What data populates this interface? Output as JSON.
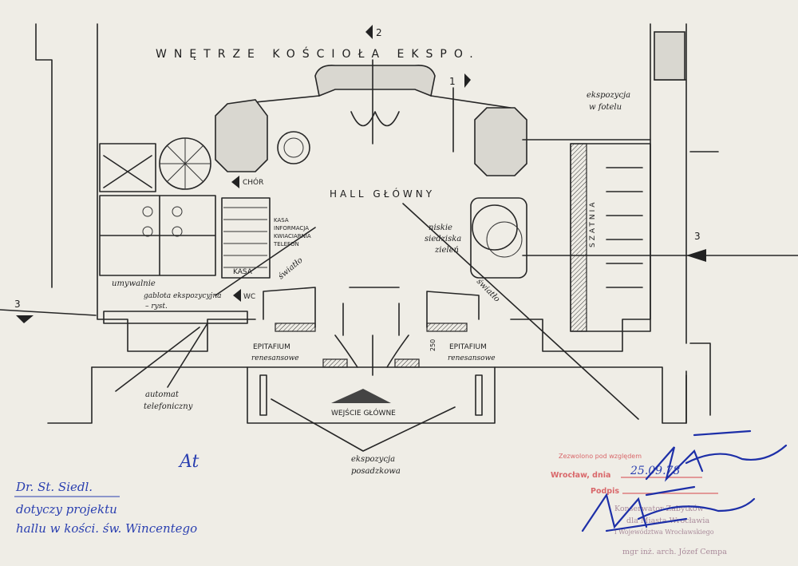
{
  "drawing": {
    "title": "WNĘTRZE KOŚCIOŁA EKSPO.",
    "section_markers": [
      "2",
      "1",
      "3",
      "3"
    ],
    "labels": {
      "choir": "CHÓR",
      "main_hall": "HALL GŁÓWNY",
      "kasa_info": [
        "KASA",
        "INFORMACJA",
        "KWIACIARNIA",
        "TELEFON"
      ],
      "kasa": "KASA",
      "wc": "WC",
      "light_left": "światło",
      "light_right": "światło",
      "seating": [
        "niskie",
        "siedziska",
        "zieleń"
      ],
      "cloakroom": "SZATNIA",
      "exhibit_armchair": [
        "ekspozycja",
        "w fotelu"
      ],
      "toilets": "umywalnie",
      "display_case": [
        "gablota ekspozycyjna",
        "– ryst."
      ],
      "epitaph_left": [
        "EPITAFIUM",
        "renesansowe"
      ],
      "epitaph_right": [
        "EPITAFIUM",
        "renesansowe"
      ],
      "dimension": "250",
      "main_entrance": "WEJŚCIE GŁÓWNE",
      "phone_booth": [
        "automat",
        "telefoniczny"
      ],
      "exhibit_bottom": [
        "ekspozycja",
        "posadzkowa"
      ]
    }
  },
  "annotation": {
    "lines": [
      "Dr. St. Siedl.",
      "dotyczy projektu",
      "hallu w kości. św. Wincentego"
    ],
    "initials": "At"
  },
  "stamp": {
    "header": "Zezwolono pod względem",
    "place_date_label": "Wrocław, dnia",
    "date": "25.09.78",
    "signature_label": "Podpis",
    "office": [
      "Konserwator Zabytków",
      "dla Miasta Wrocławia",
      "i Województwa Wrocławskiego"
    ],
    "name": "mgr inż. arch. Józef Cempa"
  },
  "colors": {
    "paper": "#efede6",
    "ink": "#262626",
    "pen": "#1d2fa8",
    "stamp_red": "#d9676a",
    "stamp_purple": "#a98a9a"
  }
}
